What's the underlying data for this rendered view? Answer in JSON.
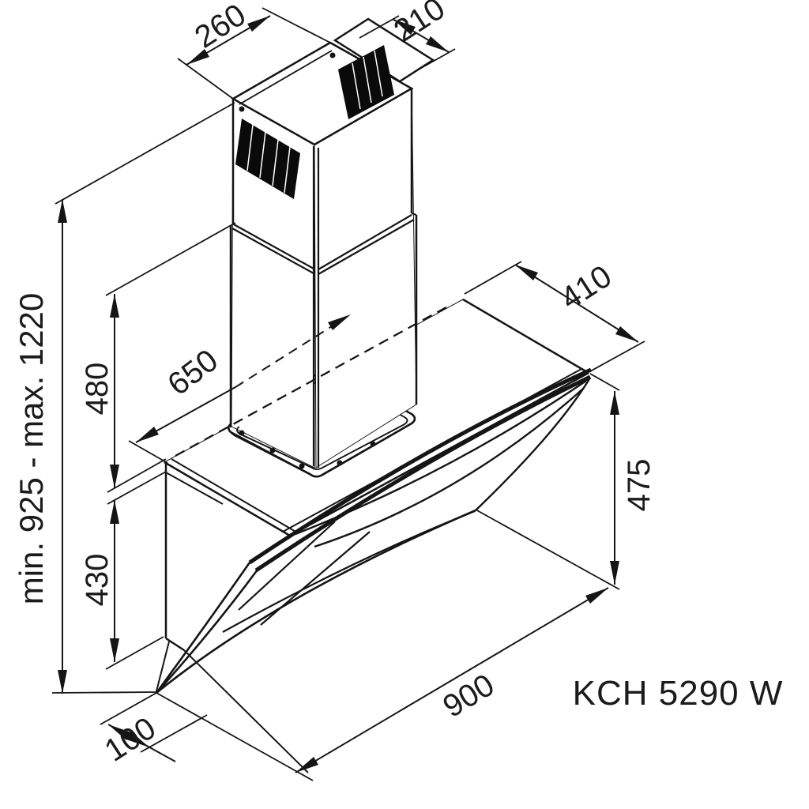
{
  "diagram": {
    "type": "technical-dimension-drawing",
    "subject": "wall-mounted angled kitchen hood with telescopic chimney, isometric view",
    "model": "KCH 5290 W",
    "colors": {
      "ink": "#151515",
      "background": "#ffffff"
    },
    "dimensions": {
      "chimney_top_width": "260",
      "chimney_top_depth": "210",
      "duct_back_offset": "650",
      "upper_chimney_height": "480",
      "body_back_height": "430",
      "total_height_range": "min. 925 - max. 1220",
      "top_panel_depth": "410",
      "front_glass_height": "475",
      "hood_width": "900",
      "bottom_back_depth": "100"
    }
  }
}
